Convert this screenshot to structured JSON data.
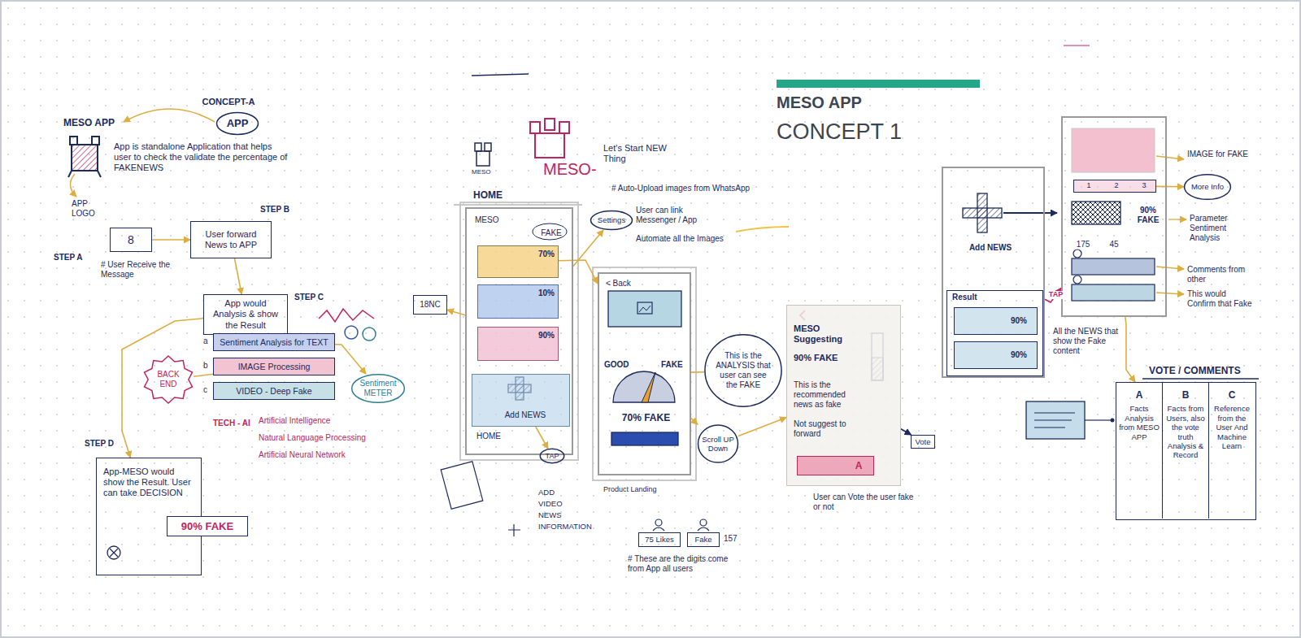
{
  "diagram": {
    "title": "MESO APP",
    "nodes": [
      {
        "text": [
          "CONCEPT-A",
          "APP"
        ]
      },
      {
        "text": [
          "8"
        ]
      },
      {
        "text": [
          "User forward News to APP"
        ]
      },
      {
        "text": [
          "App would Analysis & show the Result"
        ]
      },
      {
        "text": [
          "Sentiment Analysis for TEXT"
        ]
      },
      {
        "text": [
          "IMAGE Processing"
        ]
      },
      {
        "text": [
          "VIDEO - Deep Fake"
        ]
      },
      {
        "text": [
          "BACK END"
        ]
      },
      {
        "text": [
          "Sentiment METER"
        ]
      },
      {
        "text": [
          "App-MESO would show the Result. User can take DECISION"
        ]
      },
      {
        "text": [
          "90% FAKE"
        ]
      },
      {
        "text": [
          "HOME",
          "MESO",
          "FAKE",
          "HOME"
        ]
      },
      {
        "text": [
          "70%"
        ],
        "in": 11
      },
      {
        "text": [
          "10%"
        ],
        "in": 11
      },
      {
        "text": [
          "90%"
        ],
        "in": 11
      },
      {
        "text": [
          "Add NEWS"
        ],
        "in": 11
      },
      {
        "text": [
          "Settings"
        ]
      },
      {
        "text": [
          "18NC"
        ]
      },
      {
        "text": [
          "< Back",
          "GOOD",
          "FAKE",
          "70% FAKE"
        ]
      },
      {
        "text": [
          "This is the ANALYSIS that user can see the FAKE"
        ]
      },
      {
        "text": [
          "Scroll UP Down"
        ]
      },
      {
        "text": [
          "TAP"
        ]
      },
      {
        "text": [
          "75 Likes"
        ]
      },
      {
        "text": [
          "Fake"
        ]
      },
      {
        "text": [
          "MESO Suggesting",
          "90% FAKE",
          "This is the recommended news as fake",
          "Not suggest to forward"
        ]
      },
      {
        "text": [
          "A"
        ],
        "in": 24
      },
      {
        "text": [
          "Vote"
        ]
      },
      {
        "text": [
          "Add NEWS"
        ]
      },
      {
        "text": [
          "Result"
        ],
        "in": 27
      },
      {
        "text": [
          "90%"
        ],
        "in": 28
      },
      {
        "text": [
          "90%"
        ],
        "in": 28
      },
      {
        "text": [
          "90% FAKE",
          "175",
          "45"
        ]
      },
      {
        "text": [
          "1",
          "2",
          "3"
        ],
        "in": 31
      },
      {
        "text": [
          "More Info"
        ]
      },
      {
        "text": [
          "VOTE / COMMENTS"
        ]
      },
      {
        "text": [
          "A",
          "Facts Analysis from MESO APP"
        ],
        "in": 34
      },
      {
        "text": [
          "B",
          "Facts from Users, also the vote truth Analysis & Record"
        ],
        "in": 34
      },
      {
        "text": [
          "C",
          "Reference from the User And Machine Learn"
        ],
        "in": 34
      }
    ],
    "edges": [
      {
        "from": 1,
        "to": 2,
        "arrow": "to"
      },
      {
        "from": 2,
        "to": 3,
        "arrow": "to"
      },
      {
        "from": 3,
        "to": 9,
        "arrow": "to"
      },
      {
        "from": 7,
        "to": 5,
        "arrow": "none"
      },
      {
        "from": 4,
        "to": 8,
        "arrow": "to"
      },
      {
        "from": 11,
        "to": 16,
        "arrow": "to"
      },
      {
        "from": 11,
        "to": 17,
        "arrow": "to"
      },
      {
        "from": 12,
        "to": 18,
        "arrow": "to"
      },
      {
        "from": 15,
        "to": 21,
        "arrow": "to"
      },
      {
        "from": 18,
        "to": 19,
        "arrow": "none"
      },
      {
        "from": 18,
        "to": 20,
        "arrow": "to"
      },
      {
        "from": 20,
        "to": 24,
        "arrow": "to"
      },
      {
        "from": 24,
        "to": 26,
        "arrow": "to"
      },
      {
        "from": 27,
        "to": 31,
        "label": "TAP",
        "arrow": "to"
      },
      {
        "from": 31,
        "to": 34,
        "arrow": "to"
      },
      {
        "from": 32,
        "to": 33,
        "arrow": "to"
      }
    ],
    "labels": [
      "MESO APP",
      "App is standalone Application that helps user to check the validate the percentage of FAKENEWS",
      "APP LOGO",
      "STEP A",
      "# User Receive the Message",
      "STEP B",
      "STEP C",
      "a",
      "b",
      "c",
      "TECH - AI",
      "Artificial Intelligence",
      "Natural Language Processing",
      "Artificial Neural Network",
      "STEP D",
      "MESO",
      "MESO-",
      "Let's Start NEW Thing",
      "# Auto-Upload images from WhatsApp",
      "User can link Messenger / App",
      "Automate all the Images",
      "Product Landing",
      "ADD",
      "VIDEO",
      "NEWS",
      "INFORMATION",
      "157",
      "# These are the digits come from App all users",
      "CONCEPT 1",
      "User can Vote the user fake or not",
      "IMAGE for FAKE",
      "Parameter Sentiment Analysis",
      "Comments from other",
      "This would Confirm that Fake",
      "All the NEWS that show the Fake content"
    ]
  }
}
